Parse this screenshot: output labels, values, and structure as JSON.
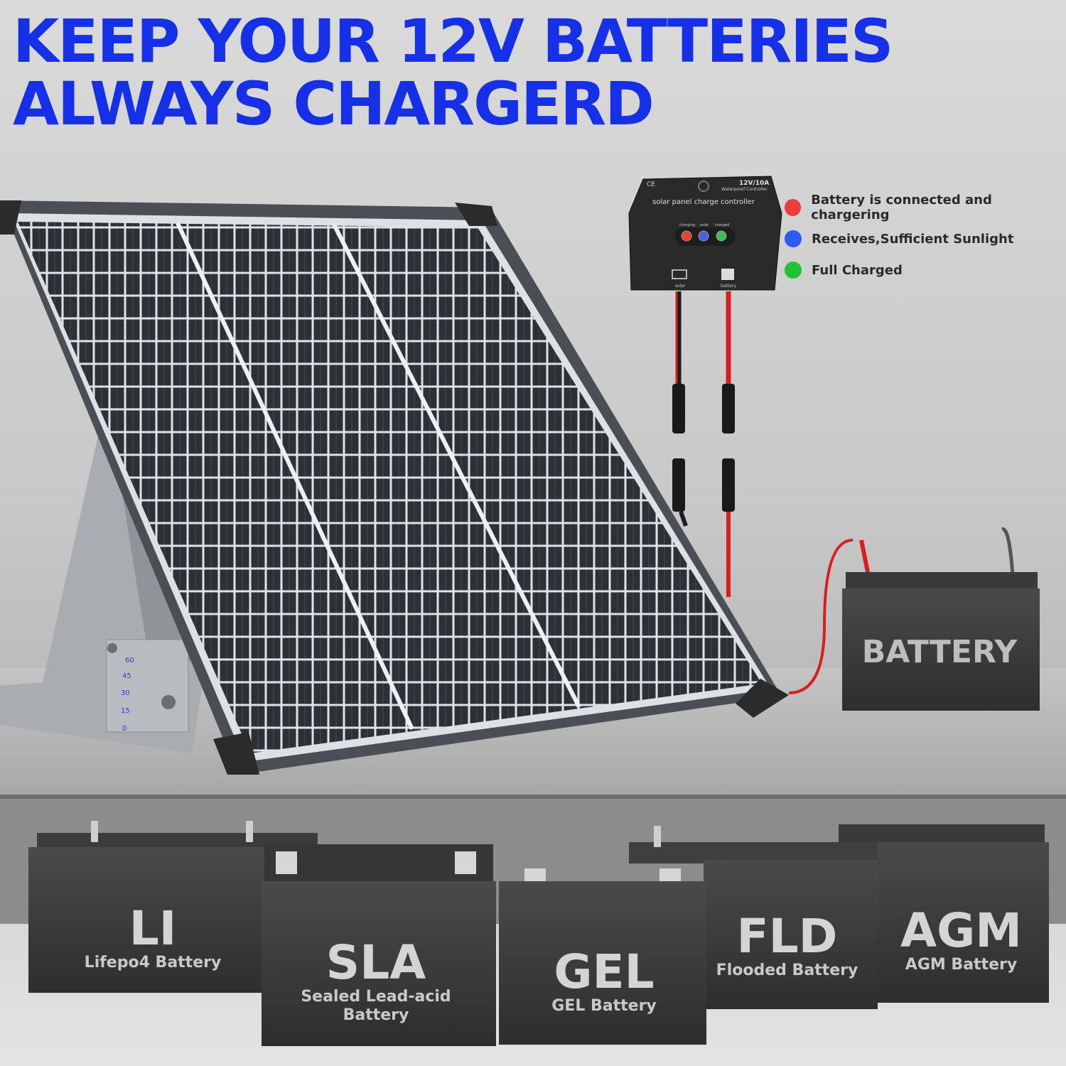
{
  "headline": {
    "line1": "KEEP YOUR 12V BATTERIES",
    "line2": "ALWAYS CHARGERD"
  },
  "controller": {
    "rating": "12V/10A",
    "subtitle": "Waterproof Controller",
    "title": "solar panel charge controller",
    "led_labels": [
      "charging",
      "solar",
      "charged"
    ],
    "port_solar": "solar",
    "port_battery": "battery",
    "certs": "CE"
  },
  "legend": [
    {
      "color": "#ef3b3b",
      "text": "Battery is connected and chargering"
    },
    {
      "color": "#2b5cf0",
      "text": "Receives,Sufficient Sunlight"
    },
    {
      "color": "#1fc232",
      "text": "Full Charged"
    }
  ],
  "main_battery": {
    "label": "BATTERY"
  },
  "tilt_marks": [
    "0",
    "15",
    "30",
    "45",
    "60"
  ],
  "battery_types": [
    {
      "code": "LI",
      "name": "Lifepo4 Battery"
    },
    {
      "code": "SLA",
      "name": "Sealed Lead-acid Battery"
    },
    {
      "code": "GEL",
      "name": "GEL Battery"
    },
    {
      "code": "FLD",
      "name": "Flooded Battery"
    },
    {
      "code": "AGM",
      "name": "AGM Battery"
    }
  ],
  "colors": {
    "headline": "#1530e6",
    "battery_body": "#3a3a3a",
    "wire_red": "#d81e1e"
  }
}
